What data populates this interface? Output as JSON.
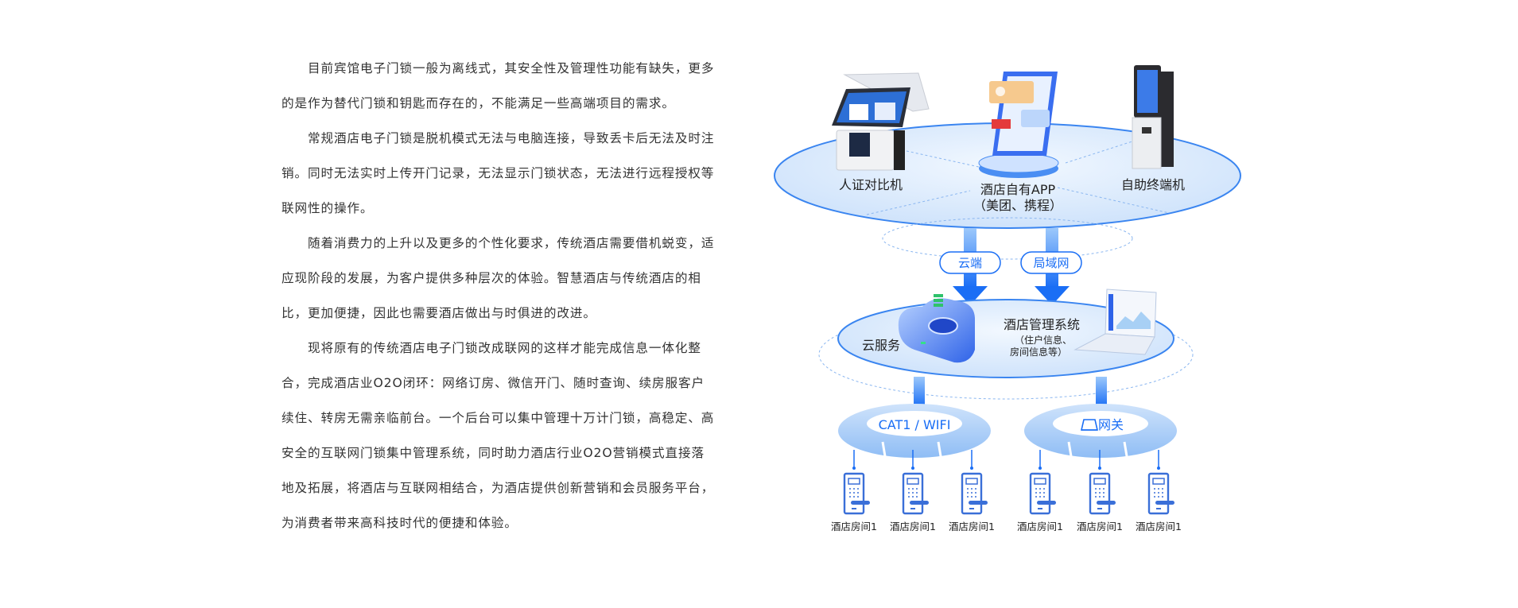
{
  "article": {
    "paragraphs": [
      {
        "lines": [
          "目前宾馆电子门锁一般为离线式，其安全性及管理性功能有缺失，更多",
          "的是作为替代门锁和钥匙而存在的，不能满足一些高端项目的需求。"
        ]
      },
      {
        "lines": [
          "常规酒店电子门锁是脱机模式无法与电脑连接，导致丢卡后无法及时注",
          "销。同时无法实时上传开门记录，无法显示门锁状态，无法进行远程授权等",
          "联网性的操作。"
        ]
      },
      {
        "lines": [
          "随着消费力的上升以及更多的个性化要求，传统酒店需要借机蜕变，适",
          "应现阶段的发展，为客户提供多种层次的体验。智慧酒店与传统酒店的相",
          "比，更加便捷，因此也需要酒店做出与时俱进的改进。"
        ]
      },
      {
        "lines": [
          "现将原有的传统酒店电子门锁改成联网的这样才能完成信息一体化整",
          "合，完成酒店业O2O闭环：网络订房、微信开门、随时查询、续房服客户",
          "续住、转房无需亲临前台。一个后台可以集中管理十万计门锁，高稳定、高",
          "安全的互联网门锁集中管理系统，同时助力酒店行业O2O营销模式直接落",
          "地及拓展，将酒店与互联网相结合，为酒店提供创新营销和会员服务平台，",
          "为消费者带来高科技时代的便捷和体验。"
        ]
      }
    ]
  },
  "diagram": {
    "top_tier": {
      "id_verifier": "人证对比机",
      "app_line1": "酒店自有APP",
      "app_line2": "（美团、携程）",
      "kiosk": "自助终端机"
    },
    "links": {
      "cloud": "云端",
      "lan": "局域网"
    },
    "middle_tier": {
      "cloud_service": "云服务",
      "pms_title": "酒店管理系统",
      "pms_sub1": "（住户信息、",
      "pms_sub2": "房间信息等）"
    },
    "bottom_tier": {
      "left_hub": "CAT1 / WIFI",
      "right_hub": "网关",
      "rooms": [
        "酒店房间1",
        "酒店房间1",
        "酒店房间1",
        "酒店房间1",
        "酒店房间1",
        "酒店房间1"
      ]
    },
    "colors": {
      "accent": "#1a6ef5",
      "light": "#dbeafc",
      "text": "#222222"
    }
  }
}
